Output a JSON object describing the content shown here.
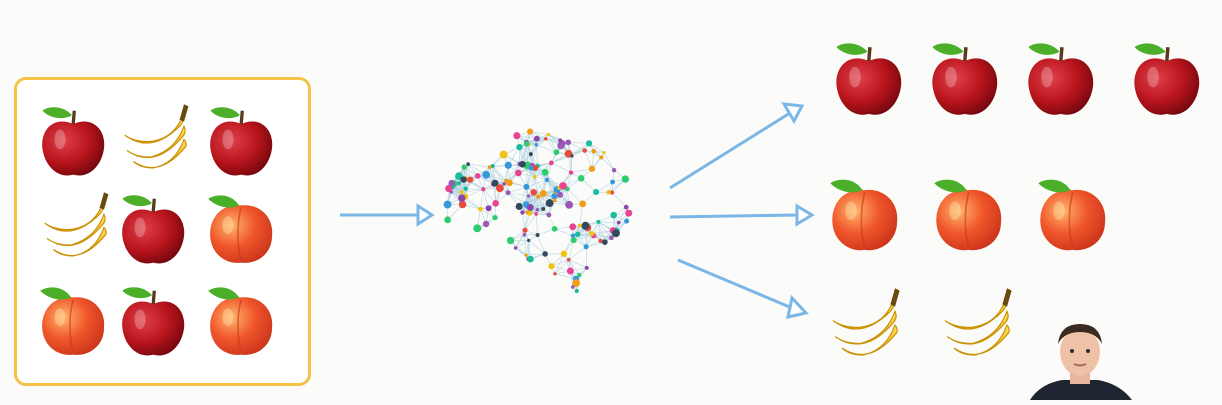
{
  "colors": {
    "input_border": "#f5c24a",
    "arrow": "#7ab7e6",
    "apple": "#b8141c",
    "peach": "#f0562b",
    "banana": "#f6c51a",
    "leaf": "#4caf2a"
  },
  "input_grid": [
    [
      "apple",
      "banana",
      "apple"
    ],
    [
      "banana",
      "apple",
      "peach"
    ],
    [
      "peach",
      "apple",
      "peach"
    ]
  ],
  "output_groups": [
    {
      "fruit": "apple",
      "count": 4
    },
    {
      "fruit": "peach",
      "count": 3
    },
    {
      "fruit": "banana",
      "count": 2
    }
  ],
  "icons": {
    "classifier": "neural-network-brain-icon",
    "presenter": "presenter-webcam"
  }
}
